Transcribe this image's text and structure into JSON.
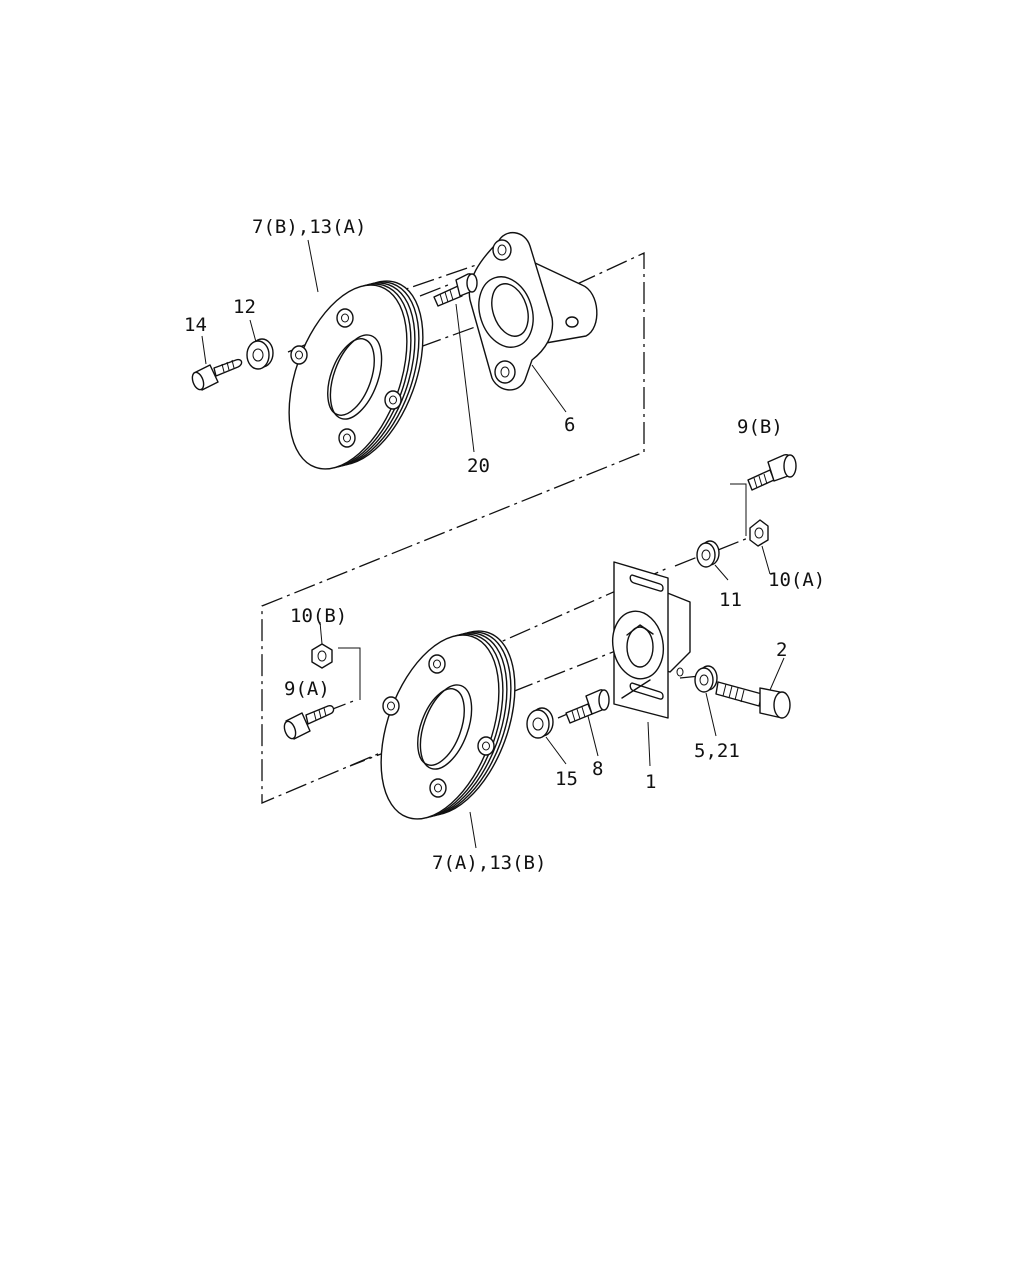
{
  "callouts": {
    "upper_disc": "7(B),13(A)",
    "bolt_14": "14",
    "washer_12": "12",
    "bracket_6": "6",
    "bolt_20": "20",
    "bolt_9b": "9(B)",
    "nut_10a": "10(A)",
    "washer_11": "11",
    "nut_10b": "10(B)",
    "bolt_9a": "9(A)",
    "bolt_2": "2",
    "washer_5_21": "5,21",
    "washer_15": "15",
    "bolt_8": "8",
    "yoke_1": "1",
    "lower_disc": "7(A),13(B)"
  }
}
